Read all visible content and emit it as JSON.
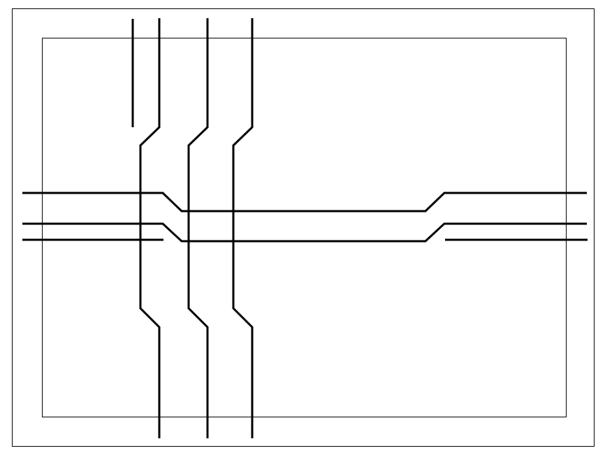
{
  "diagram": {
    "type": "line-routing",
    "line_color": "#000000",
    "background_color": "#ffffff",
    "frames": [
      "outer-frame",
      "inner-frame"
    ],
    "vertical_lines": [
      "vertical-line-1",
      "vertical-line-2",
      "vertical-line-3",
      "vertical-line-4"
    ],
    "horizontal_lines": [
      "horizontal-line-top",
      "horizontal-line-middle",
      "horizontal-line-bottom-left",
      "horizontal-line-bottom-right"
    ]
  }
}
